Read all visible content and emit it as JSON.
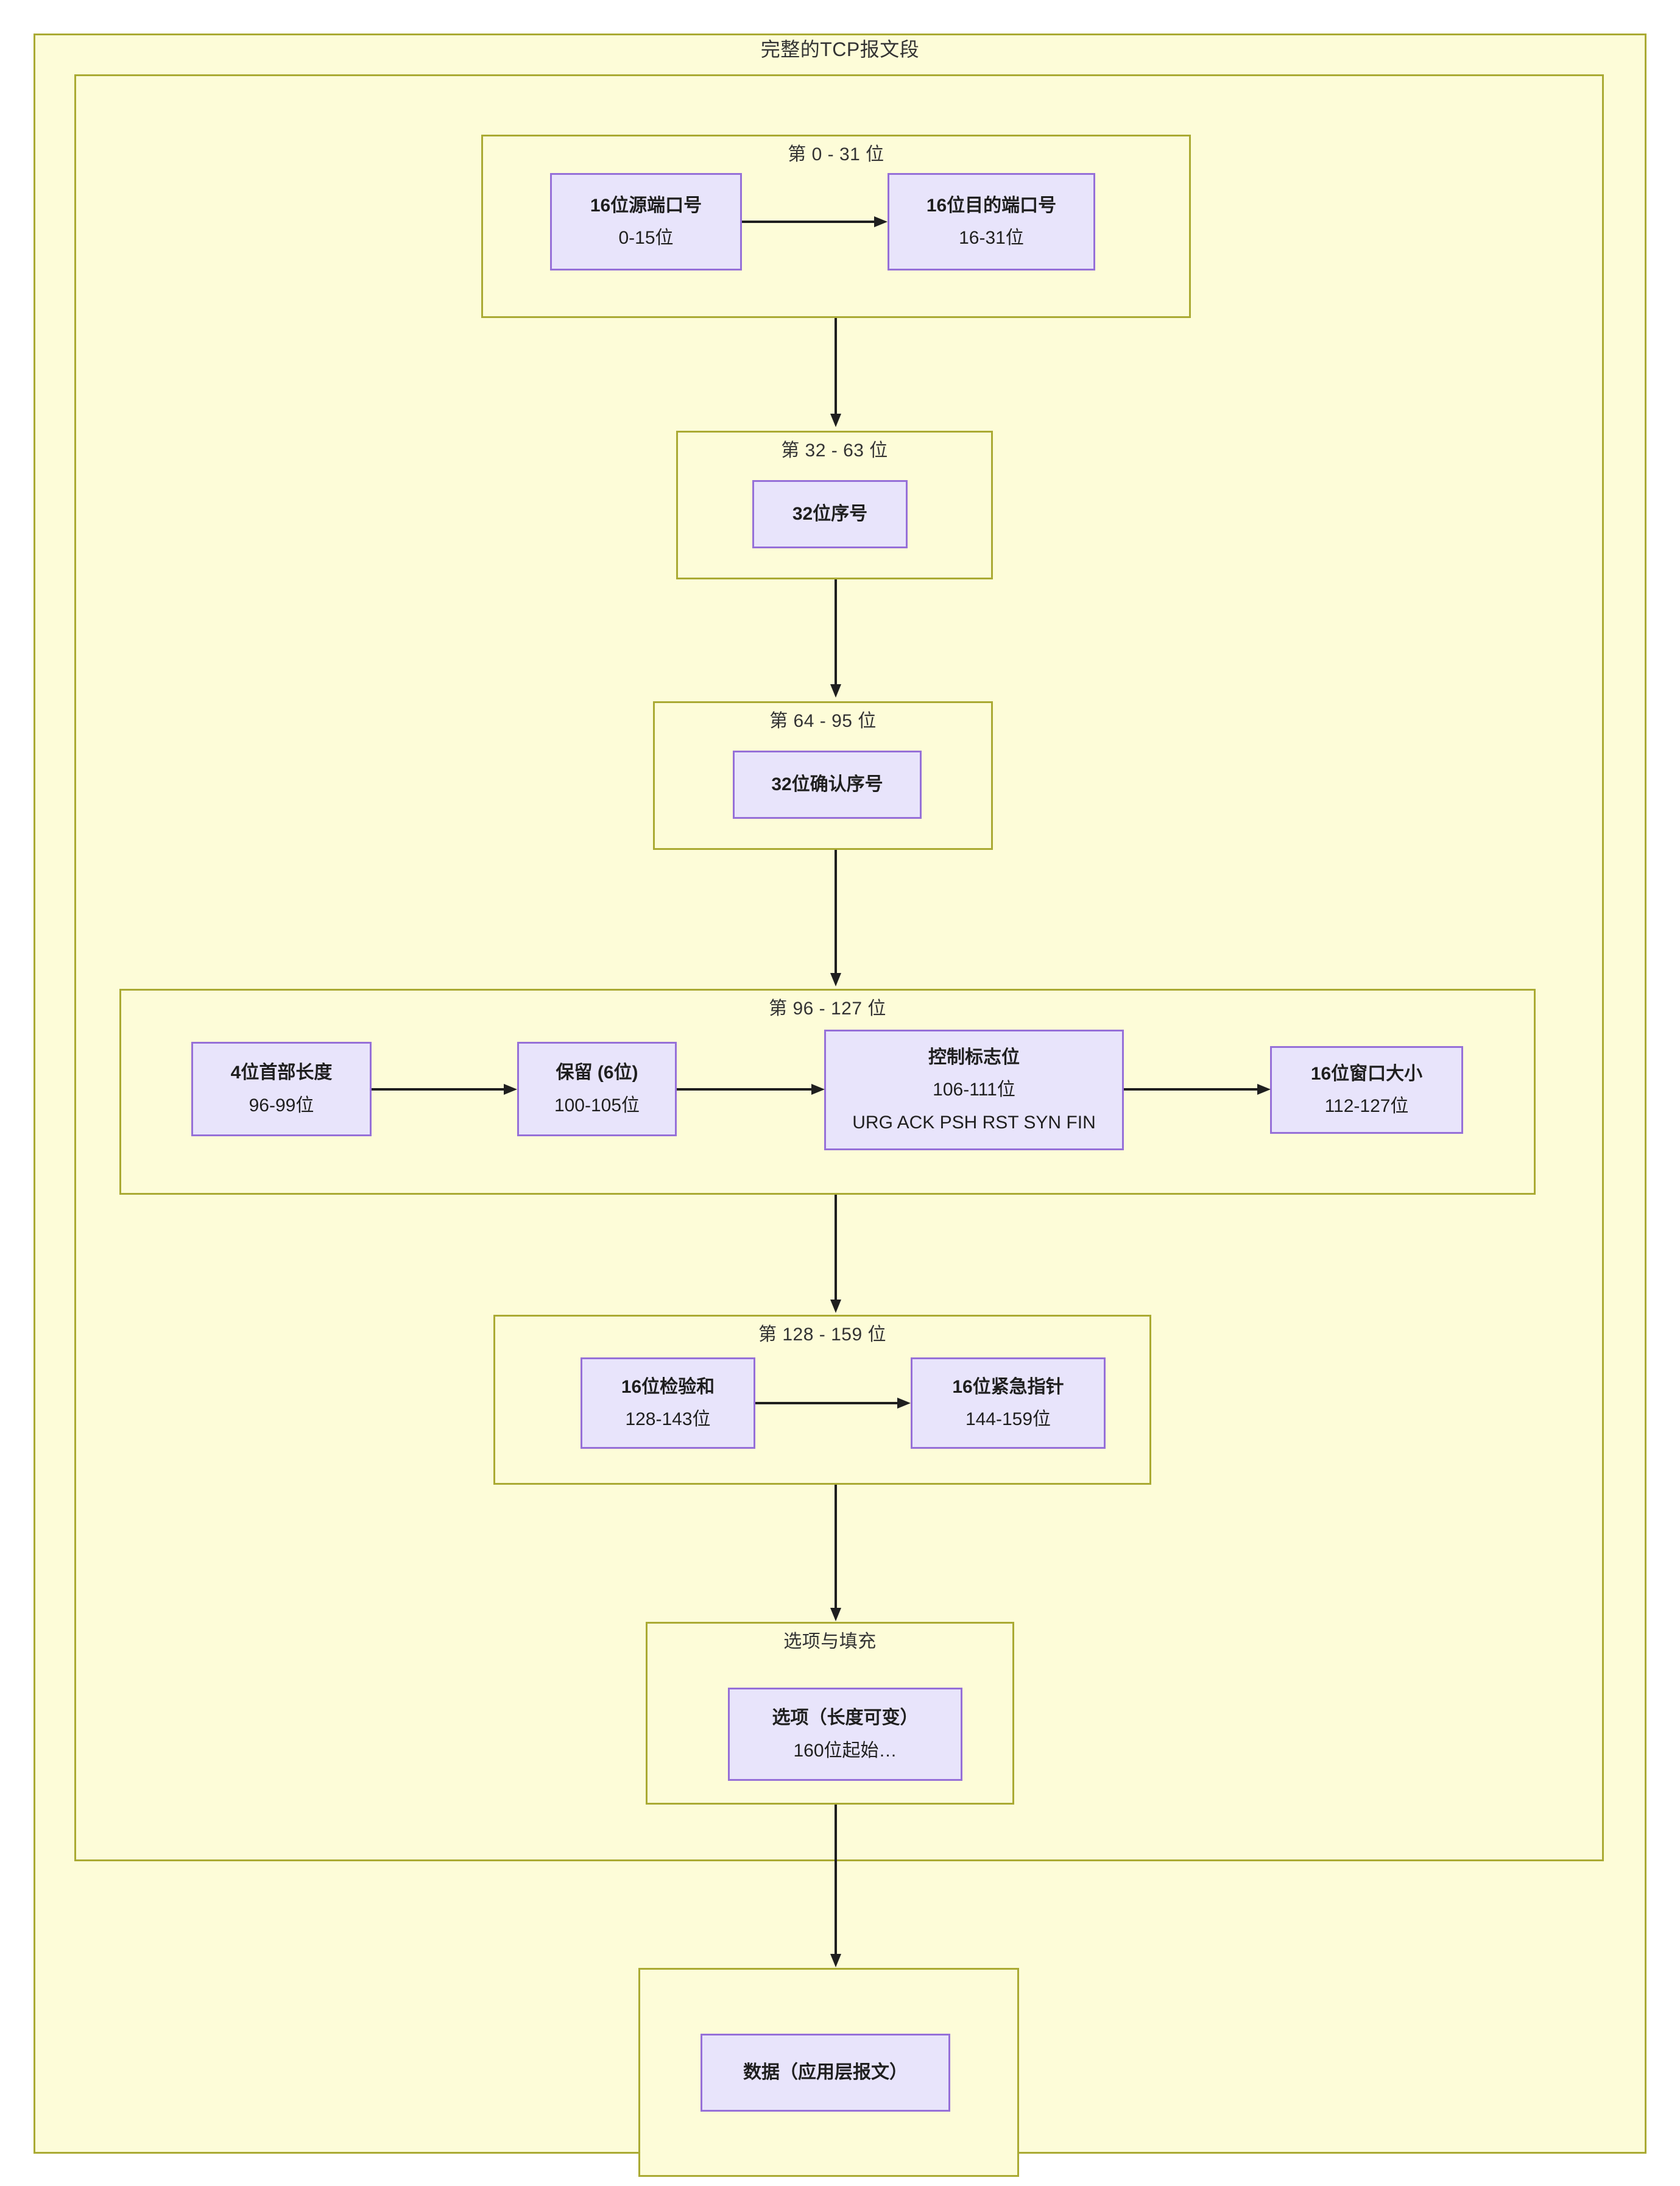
{
  "diagram": {
    "outer_title": "完整的TCP报文段",
    "sections": [
      {
        "id": "bits-0-31",
        "title": "第 0 - 31 位",
        "nodes": [
          {
            "id": "src-port",
            "line1": "16位源端口号",
            "line2": "0-15位"
          },
          {
            "id": "dst-port",
            "line1": "16位目的端口号",
            "line2": "16-31位"
          }
        ]
      },
      {
        "id": "bits-32-63",
        "title": "第 32 - 63 位",
        "nodes": [
          {
            "id": "seq-number",
            "line1": "32位序号"
          }
        ]
      },
      {
        "id": "bits-64-95",
        "title": "第 64 - 95 位",
        "nodes": [
          {
            "id": "ack-number",
            "line1": "32位确认序号"
          }
        ]
      },
      {
        "id": "bits-96-127",
        "title": "第 96 - 127 位",
        "nodes": [
          {
            "id": "header-length",
            "line1": "4位首部长度",
            "line2": "96-99位"
          },
          {
            "id": "reserved",
            "line1": "保留 (6位)",
            "line2": "100-105位"
          },
          {
            "id": "control-flags",
            "line1": "控制标志位",
            "line2": "106-111位",
            "line3": "URG ACK PSH RST SYN FIN"
          },
          {
            "id": "window-size",
            "line1": "16位窗口大小",
            "line2": "112-127位"
          }
        ]
      },
      {
        "id": "bits-128-159",
        "title": "第 128 - 159 位",
        "nodes": [
          {
            "id": "checksum",
            "line1": "16位检验和",
            "line2": "128-143位"
          },
          {
            "id": "urgent-pointer",
            "line1": "16位紧急指针",
            "line2": "144-159位"
          }
        ]
      },
      {
        "id": "options-padding",
        "title": "选项与填充",
        "nodes": [
          {
            "id": "options",
            "line1": "选项（长度可变）",
            "line2": "160位起始…"
          }
        ]
      },
      {
        "id": "data-section",
        "title": "",
        "nodes": [
          {
            "id": "payload",
            "line1": "数据（应用层报文）"
          }
        ]
      }
    ]
  },
  "colors": {
    "cluster_fill": "#fdfcd8",
    "cluster_border": "#aaaa33",
    "node_fill": "#e8e4fb",
    "node_border": "#9670d8",
    "edge_stroke": "#1f1f1f",
    "text": "#333333",
    "page_background": "#ffffff"
  }
}
